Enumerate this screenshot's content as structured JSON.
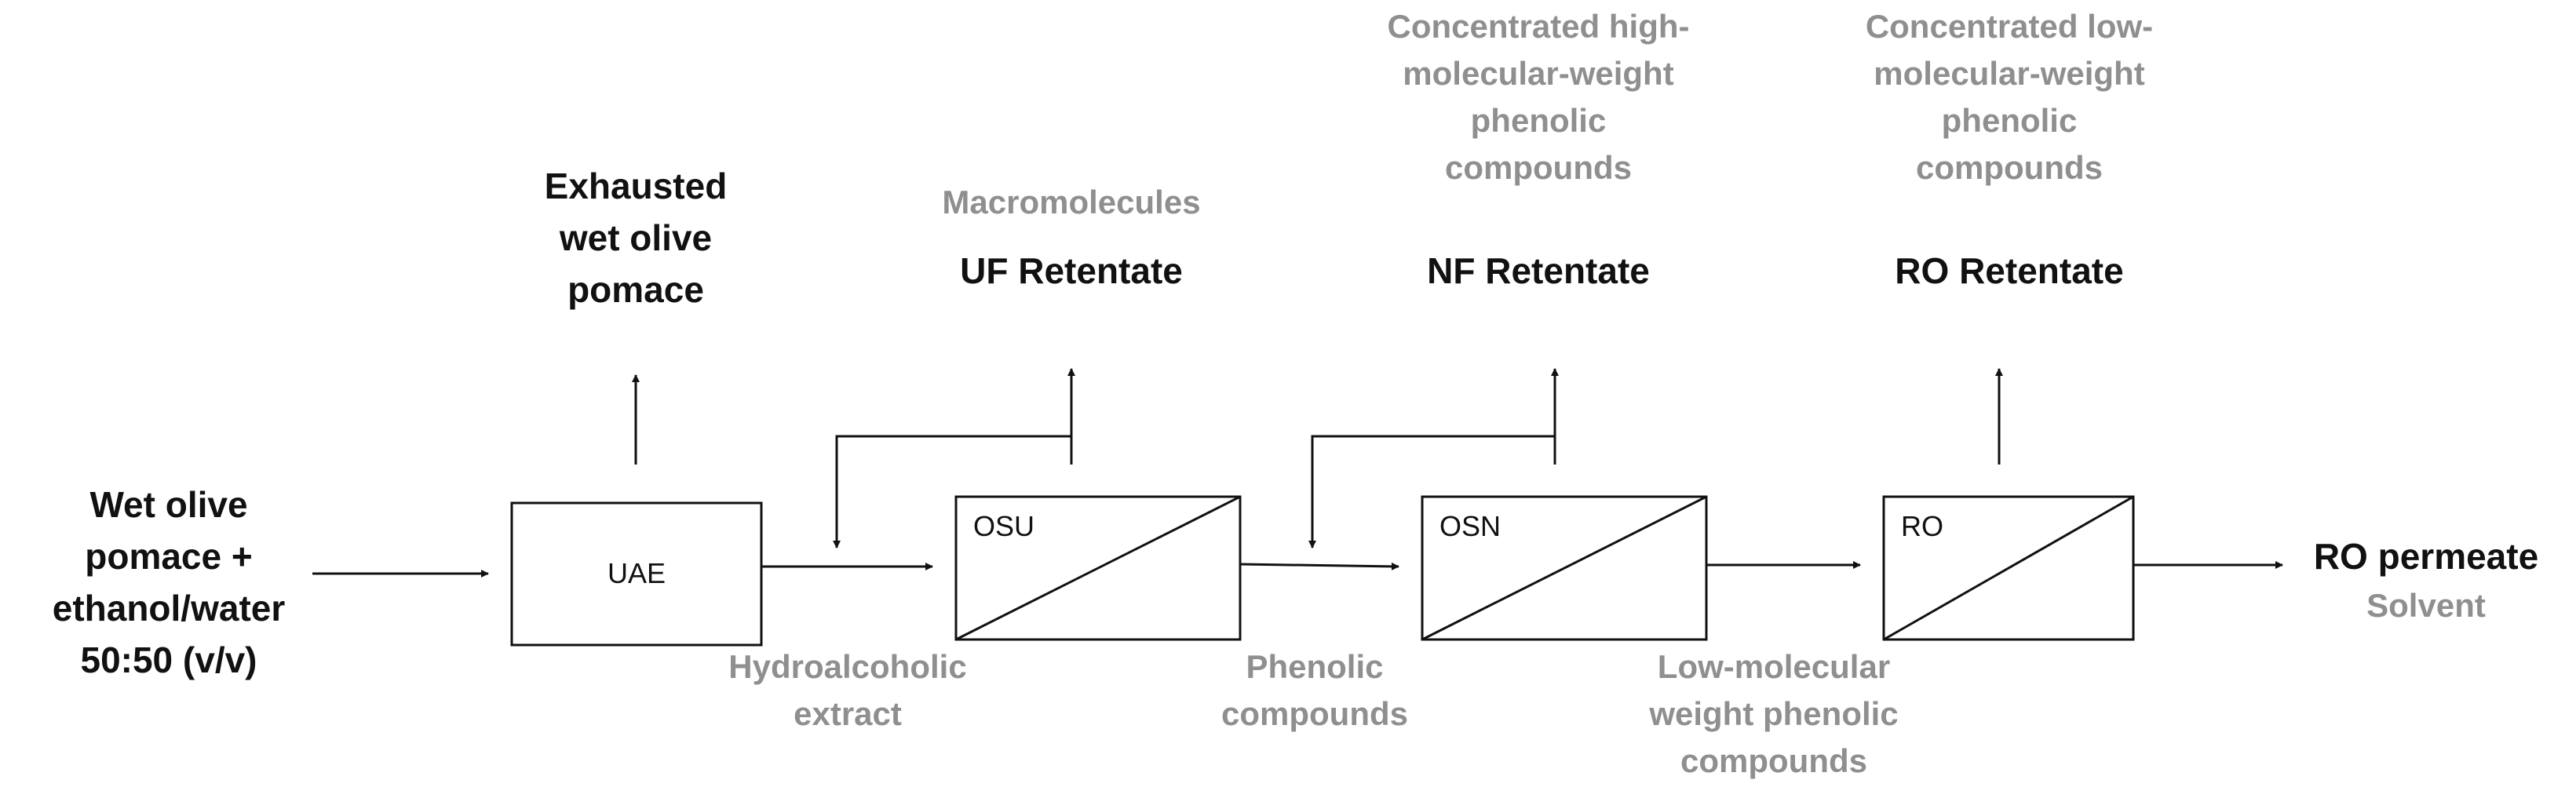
{
  "feed": {
    "label": "Wet olive\npomace +\nethanol/water\n50:50 (v/v)"
  },
  "units": {
    "uae": "UAE",
    "osu": "OSU",
    "osn": "OSN",
    "ro": "RO"
  },
  "outputs": {
    "exhausted": "Exhausted\nwet olive\npomace",
    "uf_title": "UF Retentate",
    "uf_sub": "Macromolecules",
    "nf_title": "NF Retentate",
    "nf_sub": "Concentrated high-\nmolecular-weight\nphenolic\ncompounds",
    "ro_title": "RO Retentate",
    "ro_sub": "Concentrated low-\nmolecular-weight\nphenolic\ncompounds",
    "permeate_title": "RO permeate",
    "permeate_sub": "Solvent"
  },
  "streams": {
    "hydroalcoholic": "Hydroalcoholic\nextract",
    "phenolic": "Phenolic\ncompounds",
    "low_mw": "Low-molecular\nweight phenolic\ncompounds"
  },
  "colors": {
    "line": "#111111",
    "primary_text": "#111111",
    "secondary_text": "#8f8f8f"
  }
}
